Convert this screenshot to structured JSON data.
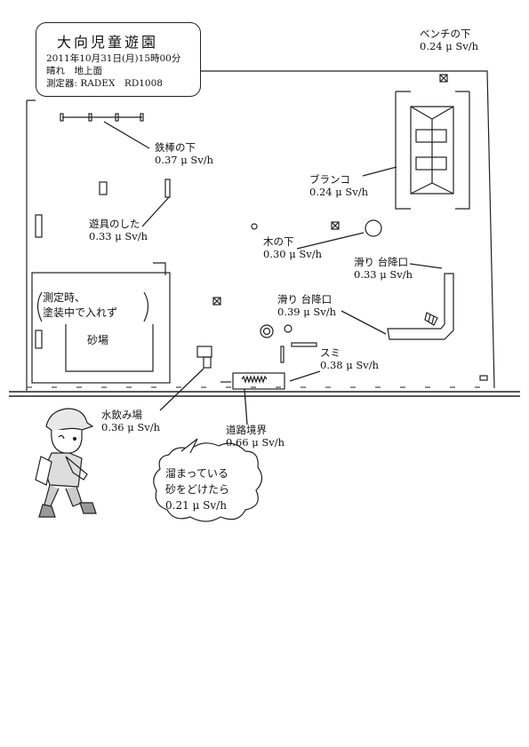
{
  "header": {
    "title": "大向児童遊園",
    "datetime": "2011年10月31日(月)15時00分",
    "weather": "晴れ　地上面",
    "device": "測定器: RADEX　RD1008"
  },
  "notes": {
    "painting_line1": "測定時、",
    "painting_line2": "塗装中で入れず",
    "sandbox": "砂場"
  },
  "measurements": {
    "bench": {
      "label": "ベンチの下",
      "value": "0.24 μ Sv/h"
    },
    "iron_bar": {
      "label": "鉄棒の下",
      "value": "0.37 μ Sv/h"
    },
    "swing": {
      "label": "ブランコ",
      "value": "0.24 μ Sv/h"
    },
    "play_equip": {
      "label": "遊具のした",
      "value": "0.33 μ Sv/h"
    },
    "tree": {
      "label": "木の下",
      "value": "0.30 μ Sv/h"
    },
    "slide_top": {
      "label": "滑り 台降口",
      "value": "0.33 μ Sv/h"
    },
    "slide_mid": {
      "label": "滑り 台降口",
      "value": "0.39 μ Sv/h"
    },
    "corner": {
      "label": "スミ",
      "value": "0.38 μ Sv/h"
    },
    "fountain": {
      "label": "水飲み場",
      "value": "0.36 μ Sv/h"
    },
    "boundary": {
      "label": "道路境界",
      "value": "0.66 μ Sv/h"
    }
  },
  "cloud": {
    "line1": "溜まっている",
    "line2": "砂をどけたら",
    "line3": "0.21 μ Sv/h"
  }
}
